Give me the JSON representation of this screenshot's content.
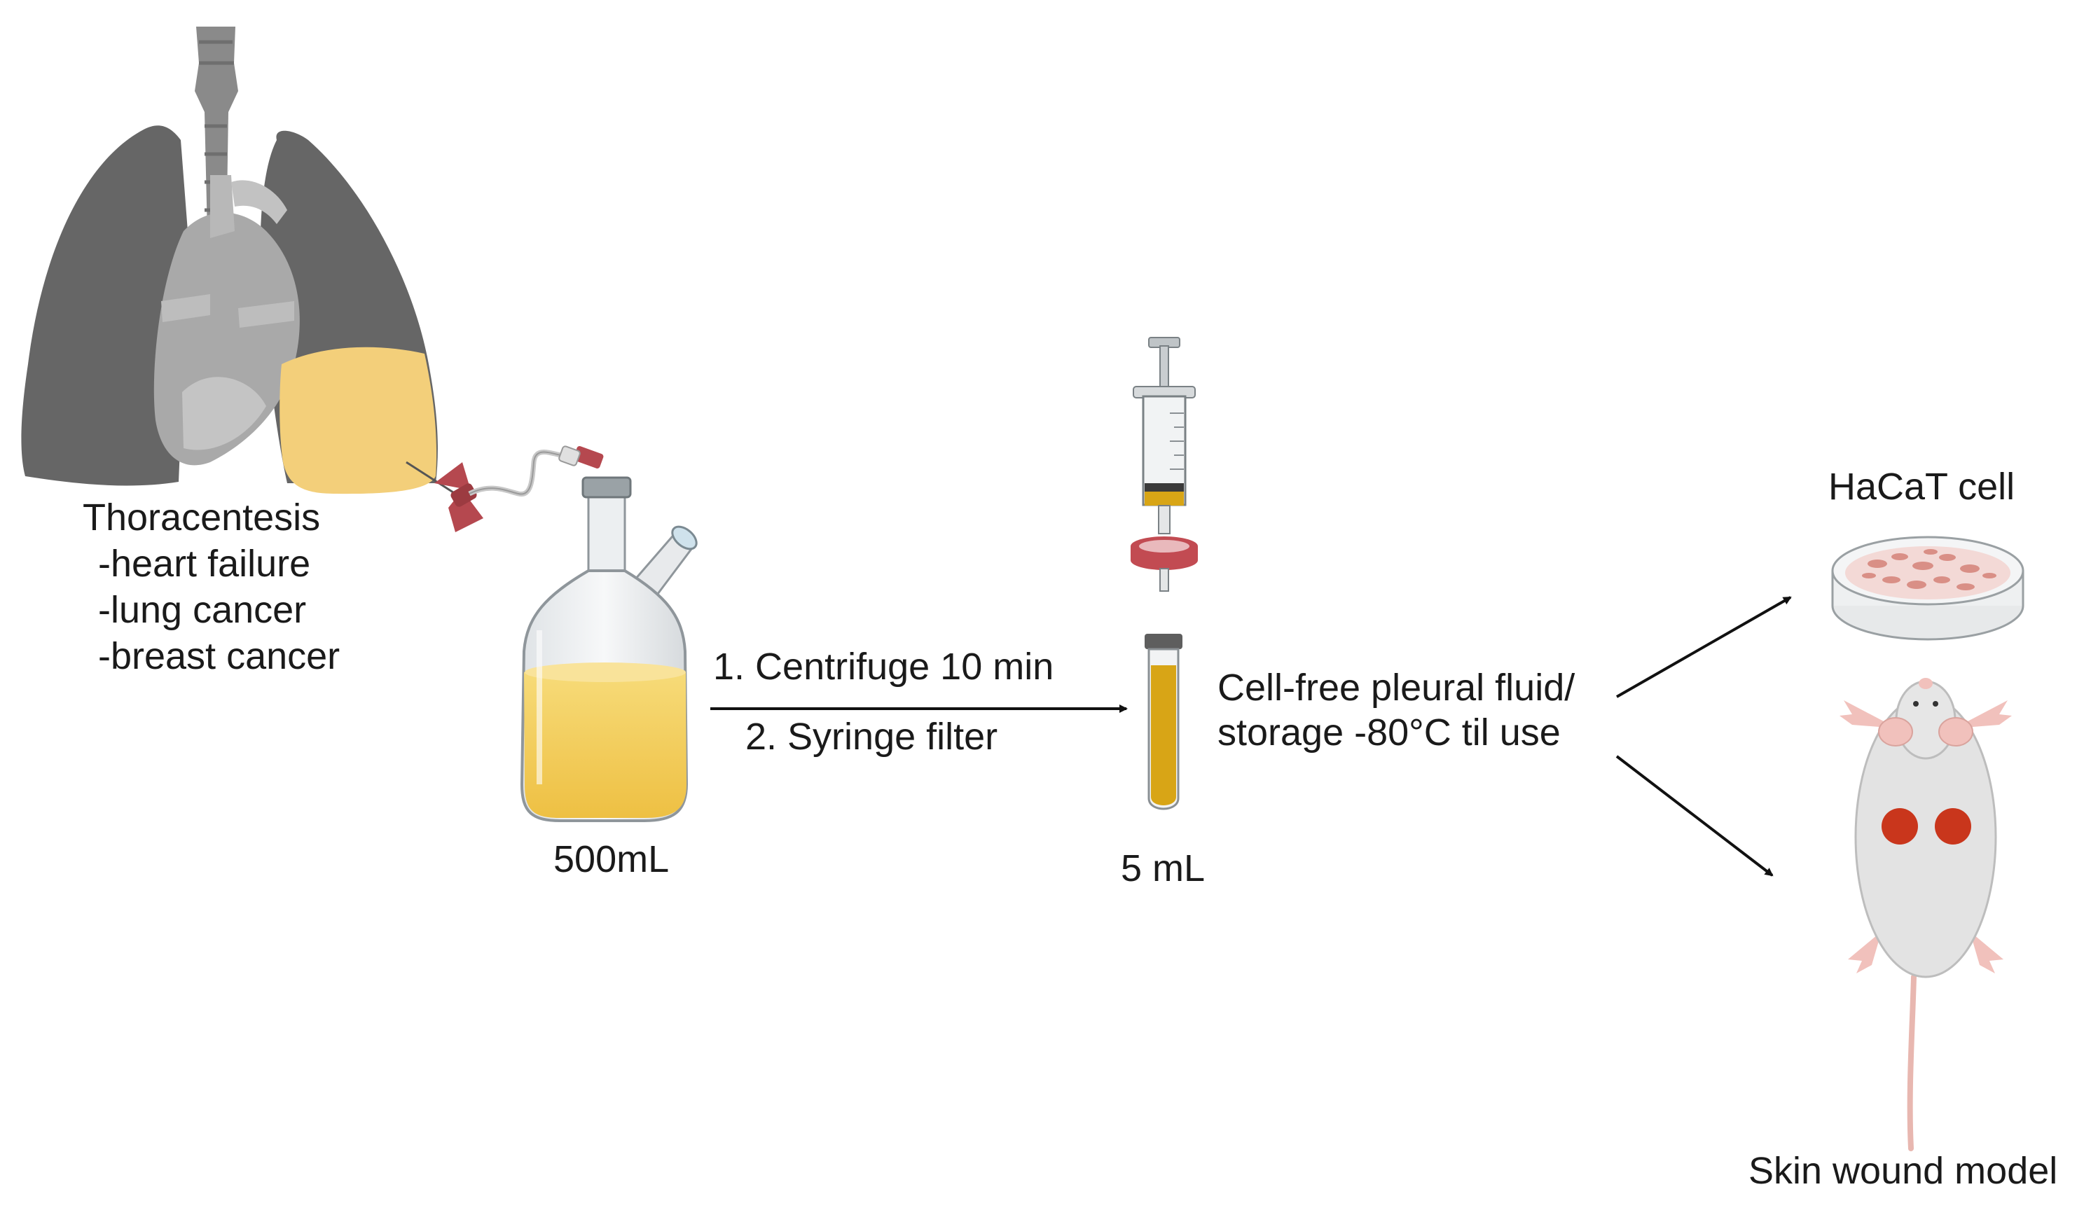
{
  "source": {
    "procedure": "Thoracentesis",
    "conditions": [
      "-heart failure",
      "-lung cancer",
      "-breast cancer"
    ]
  },
  "bottle": {
    "volume": "500mL"
  },
  "process": {
    "step1": "1. Centrifuge 10 min",
    "step2": "2. Syringe filter"
  },
  "tube": {
    "volume": "5 mL"
  },
  "product": {
    "line1": "Cell-free pleural fluid/",
    "line2": "storage -80°C til use"
  },
  "outputs": {
    "cell": "HaCaT cell",
    "animal": "Skin wound model"
  },
  "colors": {
    "lung": "#666666",
    "effusion": "#f3cf7a",
    "heart": "#a9a9a9",
    "fluid": "#f1c64d",
    "tube_fluid": "#d8a516",
    "needle": "#b5484f",
    "wound": "#c9361c"
  },
  "icons": [
    "lungs-heart-icon",
    "butterfly-needle-icon",
    "collection-bottle-icon",
    "syringe-filter-icon",
    "centrifuge-tube-icon",
    "petri-dish-icon",
    "mouse-icon"
  ]
}
